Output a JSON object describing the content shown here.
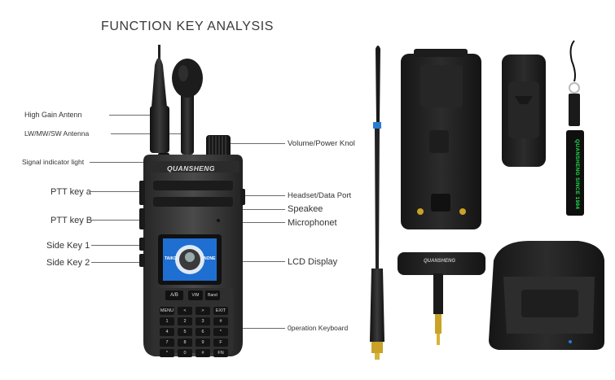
{
  "title": "FUNCTION KEY ANALYSIS",
  "left_labels": [
    "High Gain Antenn",
    "LW/MW/SW Antenna",
    "Signal indicator light",
    "PTT key a",
    "PTT key B",
    "Side Key 1",
    "Side Key 2"
  ],
  "right_labels": [
    "Volume/Power Knol",
    "Headset/Data Port",
    "Speakee",
    "Microphonet",
    "LCD Display",
    "0peration Keyboard"
  ],
  "brand": "QUANSHENG",
  "lcd_text": {
    "left": "TAIKO",
    "right": "NONE"
  },
  "keypad_top": [
    "A/B",
    "V/M",
    "Band"
  ],
  "keypad_rows": [
    [
      "MENU",
      "<",
      ">",
      "EXIT"
    ],
    [
      "1",
      "2",
      "3",
      "#"
    ],
    [
      "4",
      "5",
      "6",
      "*"
    ],
    [
      "7",
      "8",
      "9",
      "F"
    ],
    [
      "*",
      "0",
      "#",
      "FN"
    ]
  ],
  "strap_text": "QUANSHENG SINCE 1984",
  "colors": {
    "body": "#3d3d3d",
    "body_dark": "#1e1e1e",
    "lcd": "#1e6fd1",
    "accent": "#2a7bd1",
    "strap_text": "#1fe04a"
  }
}
